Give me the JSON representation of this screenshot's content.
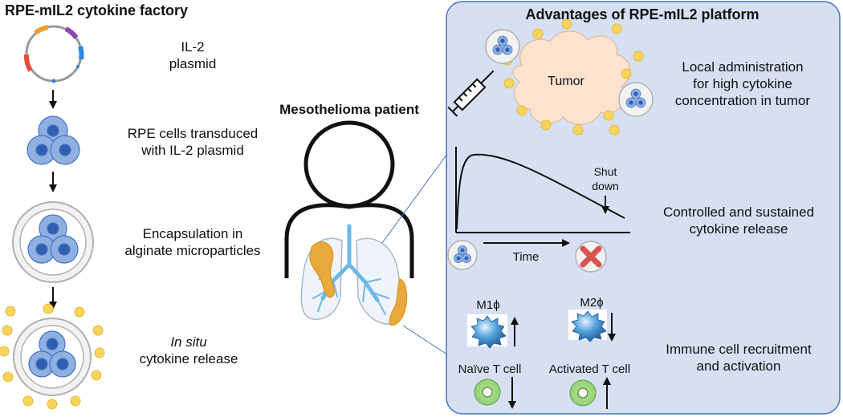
{
  "left_panel": {
    "title": "RPE-mIL2 cytokine factory",
    "steps": [
      {
        "line1": "IL-2",
        "line2": "plasmid"
      },
      {
        "line1": "RPE cells transduced",
        "line2": "with IL-2 plasmid"
      },
      {
        "line1": "Encapsulation in",
        "line2": "alginate microparticles"
      },
      {
        "line1": "In situ",
        "line2": "cytokine release"
      }
    ]
  },
  "center": {
    "title": "Mesothelioma patient"
  },
  "right_panel": {
    "title": "Advantages of RPE-mIL2 platform",
    "tumor_label": "Tumor",
    "advantages": [
      {
        "line1": "Local administration",
        "line2": "for high cytokine",
        "line3": "concentration in tumor"
      },
      {
        "line1": "Controlled and sustained",
        "line2": "cytokine release"
      },
      {
        "line1": "Immune cell recruitment",
        "line2": "and activation"
      }
    ],
    "curve": {
      "shutdown_line1": "Shut",
      "shutdown_line2": "down",
      "x_label": "Time"
    },
    "immune": {
      "m1_label": "M1ϕ",
      "m2_label": "M2ϕ",
      "naive_label": "Naïve T cell",
      "activated_label": "Activated T cell"
    }
  },
  "colors": {
    "panel_fill": "#d6e0f2",
    "panel_stroke": "#4472c4",
    "cell_fill": "#8fb0e0",
    "nucleus_fill": "#2f5fae",
    "cytokine_dot": "#f7d45c",
    "tumor_fill": "#fbe3cf",
    "airway_blue": "#6fb8e6",
    "tumor_orange": "#e9a83a",
    "tcell_green": "#8fcf6e",
    "macrophage_blue": "#3b9ad9"
  }
}
